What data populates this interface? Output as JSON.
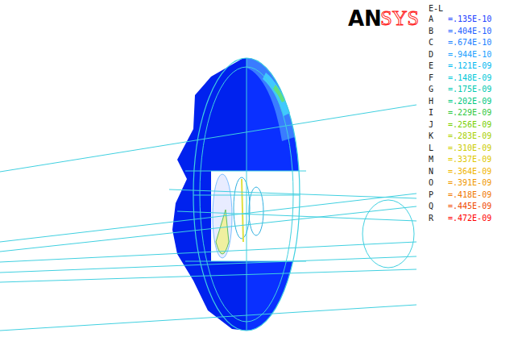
{
  "diagram": {
    "labels": [
      "AN",
      "SYS",
      "E-L",
      "A",
      "B",
      "C",
      "D",
      "E",
      "F",
      "G",
      "H",
      "I",
      "J",
      "K",
      "L",
      "M",
      "N",
      "O",
      "P",
      "Q",
      "R"
    ],
    "legend": [
      {
        "text": "=.135E-10",
        "color": "#1a3cff"
      },
      {
        "text": "=.404E-10",
        "color": "#1a5cff"
      },
      {
        "text": "=.674E-10",
        "color": "#2080ff"
      },
      {
        "text": "=.944E-10",
        "color": "#20a0ff"
      },
      {
        "text": "=.121E-09",
        "color": "#00b8f0"
      },
      {
        "text": "=.148E-09",
        "color": "#00c8d8"
      },
      {
        "text": "=.175E-09",
        "color": "#00c8b0"
      },
      {
        "text": "=.202E-09",
        "color": "#00c880"
      },
      {
        "text": "=.229E-09",
        "color": "#30c840"
      },
      {
        "text": "=.256E-09",
        "color": "#78d000"
      },
      {
        "text": "=.283E-09",
        "color": "#a8d000"
      },
      {
        "text": "=.310E-09",
        "color": "#cccc00"
      },
      {
        "text": "=.337E-09",
        "color": "#e0c800"
      },
      {
        "text": "=.364E-09",
        "color": "#f0b400"
      },
      {
        "text": "=.391E-09",
        "color": "#f09800"
      },
      {
        "text": "=.418E-09",
        "color": "#f07800"
      },
      {
        "text": "=.445E-09",
        "color": "#f04800"
      },
      {
        "text": "=.472E-09",
        "color": "#ff0000"
      }
    ]
  }
}
